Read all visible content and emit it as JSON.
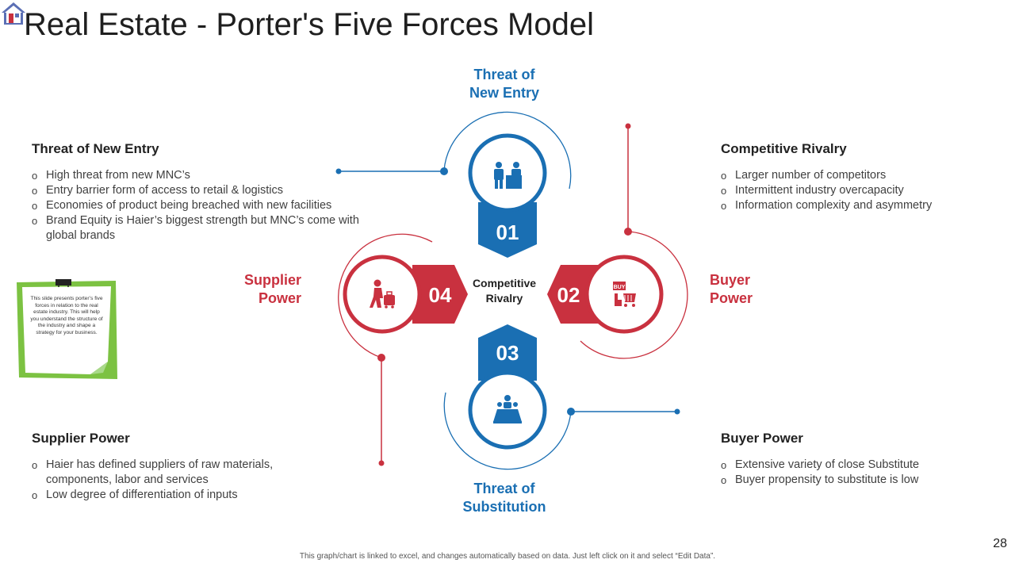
{
  "title": "Real Estate - Porter's Five Forces Model",
  "colors": {
    "blue": "#1a6fb3",
    "red": "#c9313f",
    "note_green": "#7cc242"
  },
  "center": {
    "line1": "Competitive",
    "line2": "Rivalry"
  },
  "forces": {
    "top": {
      "number": "01",
      "line1": "Threat of",
      "line2": "New Entry",
      "icon": "meeting-people-icon"
    },
    "right": {
      "number": "02",
      "line1": "Buyer",
      "line2": "Power",
      "icon": "buy-cart-icon"
    },
    "bottom": {
      "number": "03",
      "line1": "Threat of",
      "line2": "Substitution",
      "icon": "conference-table-icon"
    },
    "left": {
      "number": "04",
      "line1": "Supplier",
      "line2": "Power",
      "icon": "worker-luggage-icon"
    }
  },
  "sections": {
    "new_entry": {
      "heading": "Threat of New Entry",
      "bullets": [
        "High threat from new MNC’s",
        "Entry barrier form of access to retail & logistics",
        "Economies of product being breached with new facilities",
        "Brand Equity is Haier’s biggest strength but MNC’s come with global brands"
      ]
    },
    "rivalry": {
      "heading": "Competitive Rivalry",
      "bullets": [
        "Larger number  of competitors",
        "Intermittent  industry overcapacity",
        "Information  complexity and asymmetry"
      ]
    },
    "supplier": {
      "heading": "Supplier Power",
      "bullets": [
        "Haier has defined suppliers of raw materials, components, labor and services",
        "Low degree of differentiation of inputs"
      ]
    },
    "buyer": {
      "heading": "Buyer Power",
      "bullets": [
        "Extensive variety of close Substitute",
        "Buyer propensity to substitute is low"
      ]
    }
  },
  "note": "This slide presents porter’s five forces in relation to the real estate industry. This will help you understand the structure of the industry and shape a strategy for your business.",
  "footer": "This graph/chart is linked to excel,  and changes automatically based on data. Just left click on it and select “Edit Data”.",
  "page_number": "28"
}
